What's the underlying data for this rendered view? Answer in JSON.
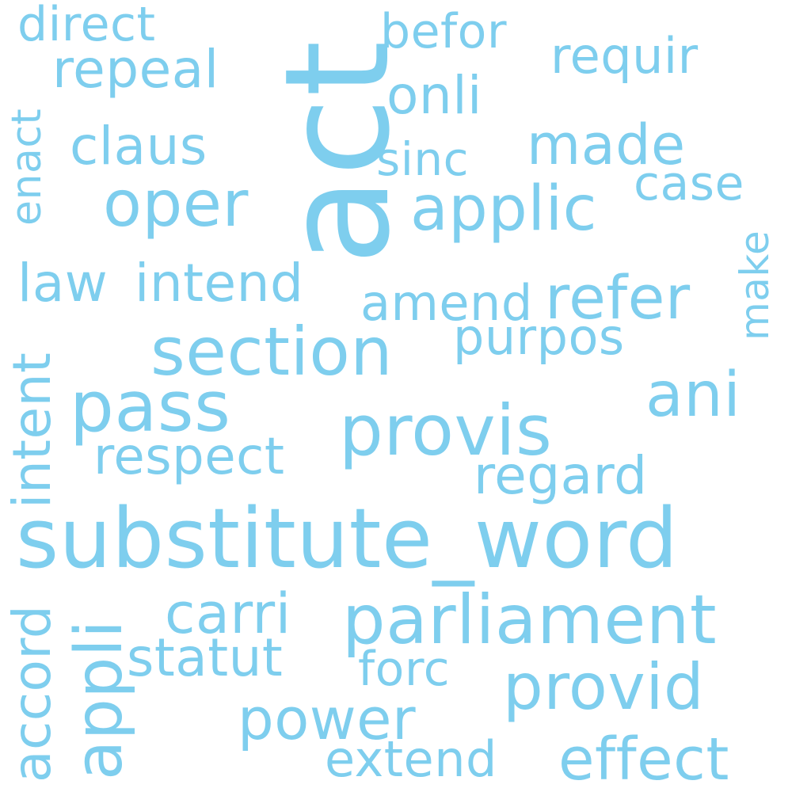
{
  "colors": {
    "word": "#7ECEEE",
    "background": "#FFFFFF"
  },
  "words": {
    "act": "act",
    "substitute_word": "substitute_word",
    "section": "section",
    "provis": "provis",
    "pass": "pass",
    "parliament": "parliament",
    "oper": "oper",
    "applic": "applic",
    "refer": "refer",
    "ani": "ani",
    "provid": "provid",
    "effect": "effect",
    "power": "power",
    "intend": "intend",
    "amend": "amend",
    "respect": "respect",
    "regard": "regard",
    "statut": "statut",
    "carri": "carri",
    "claus": "claus",
    "made": "made",
    "requir": "requir",
    "repeal": "repeal",
    "direct": "direct",
    "befor": "befor",
    "onli": "onli",
    "sinc": "sinc",
    "case": "case",
    "law": "law",
    "purpos": "purpos",
    "forc": "forc",
    "extend": "extend",
    "enact": "enact",
    "intent": "intent",
    "accord": "accord",
    "appli": "appli",
    "make": "make"
  }
}
